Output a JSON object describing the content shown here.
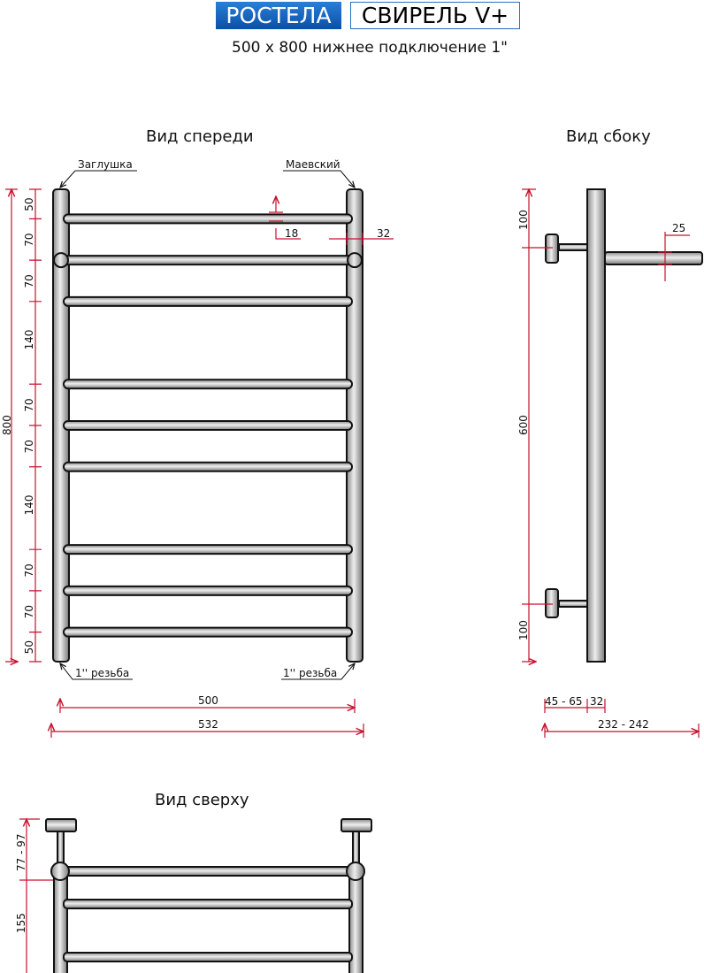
{
  "header": {
    "brand": "РОСТЕЛА",
    "model": "СВИРЕЛЬ V+",
    "subtitle": "500 x 800 нижнее подключение 1\""
  },
  "front": {
    "title": "Вид спереди",
    "plug": "Заглушка",
    "mayevsky": "Маевский",
    "thread_left": "1'' резьба",
    "thread_right": "1'' резьба",
    "rail_d": "18",
    "pipe_d": "32",
    "height": "800",
    "width_inner": "500",
    "width_outer": "532",
    "spacings": [
      "50",
      "70",
      "70",
      "140",
      "70",
      "70",
      "140",
      "70",
      "70",
      "50"
    ]
  },
  "side": {
    "title": "Вид сбоку",
    "top": "100",
    "middle": "600",
    "bottom": "100",
    "rail_d": "25",
    "wall_gap": "45 - 65",
    "pipe": "32",
    "depth": "232 - 242"
  },
  "top": {
    "title": "Вид сверху",
    "gap": "77 - 97",
    "depth": "155"
  },
  "colors": {
    "dimension": "#c8102e",
    "brand": "#0a4fa8"
  }
}
